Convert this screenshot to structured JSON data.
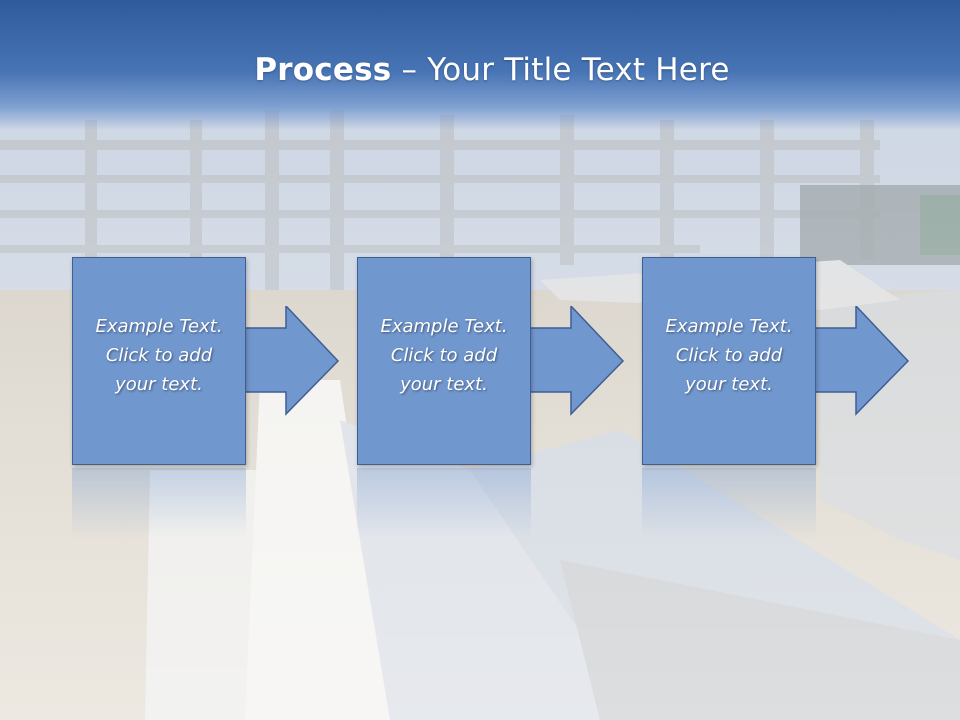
{
  "slide": {
    "title_bold": "Process",
    "title_rest": " – Your Title Text Here"
  },
  "steps": [
    {
      "line1": "Example Text.",
      "line2": "Click  to add",
      "line3": "your text."
    },
    {
      "line1": "Example Text.",
      "line2": "Click  to add",
      "line3": "your text."
    },
    {
      "line1": "Example Text.",
      "line2": "Click  to add",
      "line3": "your text."
    }
  ],
  "colors": {
    "title_band": "#2f5a9b",
    "box_fill": "#7197cf",
    "box_border": "#3f5e93",
    "arrow_fill": "#7197cf"
  }
}
